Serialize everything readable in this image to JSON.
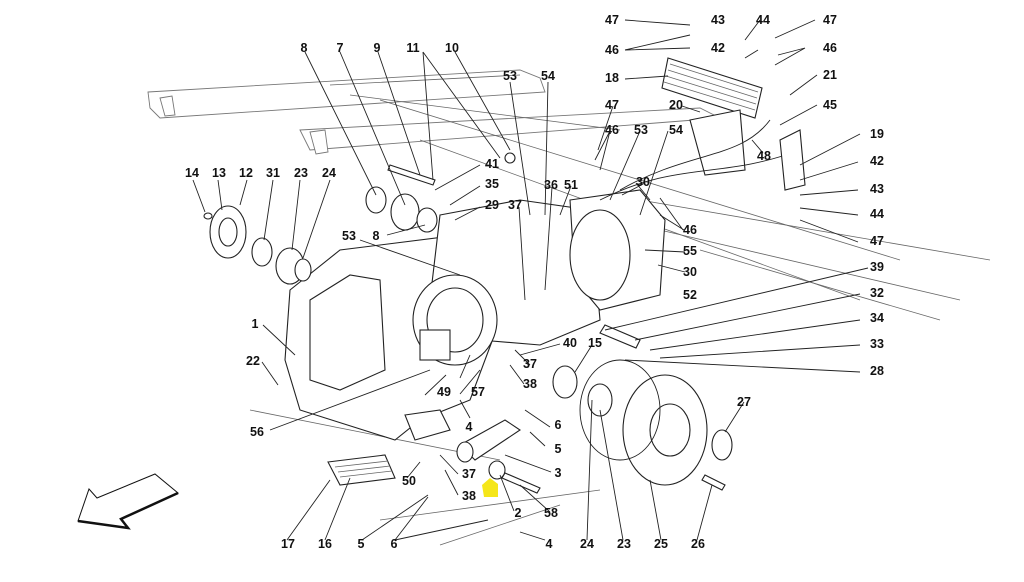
{
  "diagram": {
    "title": "",
    "highlight_color": "#f5e61a",
    "orientation_arrow": "arrow-left-down-icon",
    "callouts": [
      {
        "id": "c-47a",
        "label": "47"
      },
      {
        "id": "c-43a",
        "label": "43"
      },
      {
        "id": "c-44a",
        "label": "44"
      },
      {
        "id": "c-47b",
        "label": "47"
      },
      {
        "id": "c-46a",
        "label": "46"
      },
      {
        "id": "c-42a",
        "label": "42"
      },
      {
        "id": "c-46b",
        "label": "46"
      },
      {
        "id": "c-18",
        "label": "18"
      },
      {
        "id": "c-21",
        "label": "21"
      },
      {
        "id": "c-20",
        "label": "20"
      },
      {
        "id": "c-47c",
        "label": "47"
      },
      {
        "id": "c-45",
        "label": "45"
      },
      {
        "id": "c-46c",
        "label": "46"
      },
      {
        "id": "c-53a",
        "label": "53"
      },
      {
        "id": "c-54a",
        "label": "54"
      },
      {
        "id": "c-48",
        "label": "48"
      },
      {
        "id": "c-19",
        "label": "19"
      },
      {
        "id": "c-42b",
        "label": "42"
      },
      {
        "id": "c-43b",
        "label": "43"
      },
      {
        "id": "c-44b",
        "label": "44"
      },
      {
        "id": "c-47d",
        "label": "47"
      },
      {
        "id": "c-30a",
        "label": "30"
      },
      {
        "id": "c-51",
        "label": "51"
      },
      {
        "id": "c-46d",
        "label": "46"
      },
      {
        "id": "c-55",
        "label": "55"
      },
      {
        "id": "c-30b",
        "label": "30"
      },
      {
        "id": "c-52",
        "label": "52"
      },
      {
        "id": "c-39",
        "label": "39"
      },
      {
        "id": "c-32",
        "label": "32"
      },
      {
        "id": "c-34",
        "label": "34"
      },
      {
        "id": "c-33",
        "label": "33"
      },
      {
        "id": "c-28",
        "label": "28"
      },
      {
        "id": "c-8a",
        "label": "8"
      },
      {
        "id": "c-7",
        "label": "7"
      },
      {
        "id": "c-9",
        "label": "9"
      },
      {
        "id": "c-11",
        "label": "11"
      },
      {
        "id": "c-10",
        "label": "10"
      },
      {
        "id": "c-53b",
        "label": "53"
      },
      {
        "id": "c-54b",
        "label": "54"
      },
      {
        "id": "c-41",
        "label": "41"
      },
      {
        "id": "c-35",
        "label": "35"
      },
      {
        "id": "c-29",
        "label": "29"
      },
      {
        "id": "c-37a",
        "label": "37"
      },
      {
        "id": "c-36",
        "label": "36"
      },
      {
        "id": "c-14",
        "label": "14"
      },
      {
        "id": "c-13",
        "label": "13"
      },
      {
        "id": "c-12",
        "label": "12"
      },
      {
        "id": "c-31",
        "label": "31"
      },
      {
        "id": "c-23a",
        "label": "23"
      },
      {
        "id": "c-24a",
        "label": "24"
      },
      {
        "id": "c-8b",
        "label": "8"
      },
      {
        "id": "c-53c",
        "label": "53"
      },
      {
        "id": "c-1",
        "label": "1"
      },
      {
        "id": "c-22",
        "label": "22"
      },
      {
        "id": "c-56",
        "label": "56"
      },
      {
        "id": "c-40",
        "label": "40"
      },
      {
        "id": "c-15",
        "label": "15"
      },
      {
        "id": "c-37b",
        "label": "37"
      },
      {
        "id": "c-38a",
        "label": "38"
      },
      {
        "id": "c-57",
        "label": "57"
      },
      {
        "id": "c-49",
        "label": "49"
      },
      {
        "id": "c-4a",
        "label": "4"
      },
      {
        "id": "c-6a",
        "label": "6"
      },
      {
        "id": "c-5a",
        "label": "5"
      },
      {
        "id": "c-3",
        "label": "3"
      },
      {
        "id": "c-50",
        "label": "50"
      },
      {
        "id": "c-37c",
        "label": "37"
      },
      {
        "id": "c-38b",
        "label": "38"
      },
      {
        "id": "c-2",
        "label": "2"
      },
      {
        "id": "c-58",
        "label": "58"
      },
      {
        "id": "c-27",
        "label": "27"
      },
      {
        "id": "c-17",
        "label": "17"
      },
      {
        "id": "c-16",
        "label": "16"
      },
      {
        "id": "c-5b",
        "label": "5"
      },
      {
        "id": "c-6b",
        "label": "6"
      },
      {
        "id": "c-4b",
        "label": "4"
      },
      {
        "id": "c-24b",
        "label": "24"
      },
      {
        "id": "c-23b",
        "label": "23"
      },
      {
        "id": "c-25",
        "label": "25"
      },
      {
        "id": "c-26",
        "label": "26"
      }
    ]
  }
}
